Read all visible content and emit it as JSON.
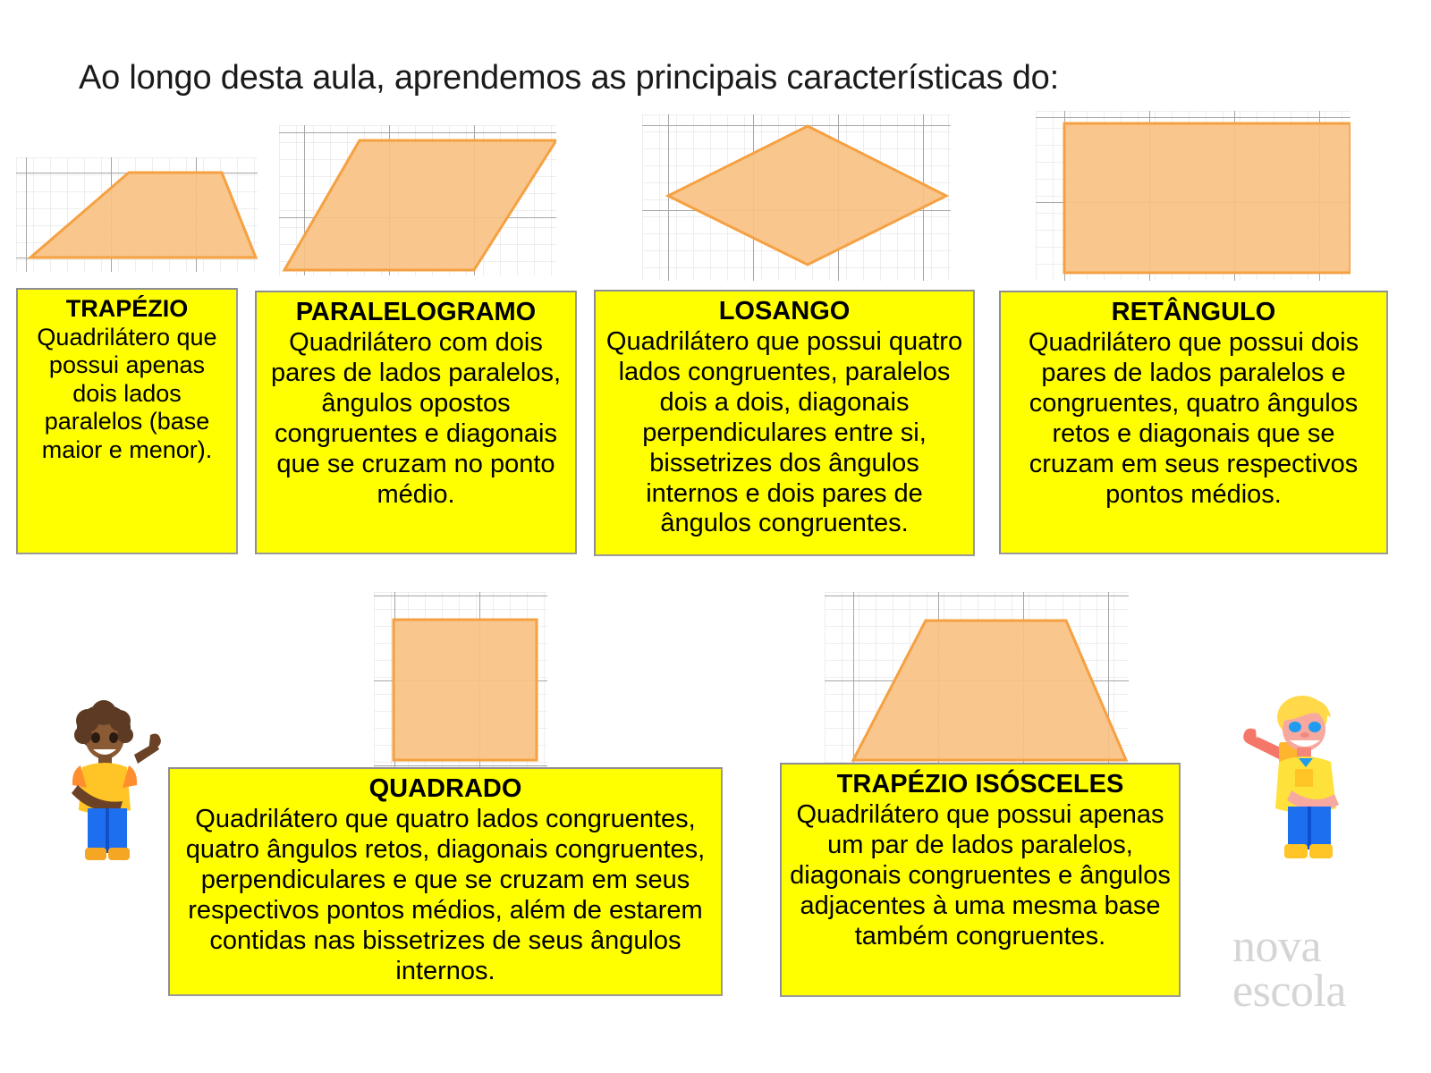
{
  "slide": {
    "title": "Ao longo desta aula, aprendemos as principais características do:",
    "logo_line1": "nova",
    "logo_line2": "escola"
  },
  "colors": {
    "card_bg": "#ffff00",
    "card_border": "#9a9a9a",
    "shape_fill": "#f9c183",
    "shape_stroke": "#f5a142",
    "grid_minor": "#e9e9e9",
    "grid_major": "#a6a6a6",
    "text": "#000000",
    "logo": "#d5d5d5"
  },
  "cards": [
    {
      "id": "trapezio",
      "title": "TRAPÉZIO",
      "body": "Quadrilátero que possui apenas dois lados paralelos (base maior e menor).",
      "shape": "trapezoid"
    },
    {
      "id": "paralelogramo",
      "title": "PARALELOGRAMO",
      "body": "Quadrilátero com dois pares de lados paralelos, ângulos opostos congruentes e diagonais que se cruzam no ponto médio.",
      "shape": "parallelogram"
    },
    {
      "id": "losango",
      "title": "LOSANGO",
      "body": "Quadrilátero que possui quatro lados congruentes, paralelos dois a dois, diagonais perpendiculares entre si, bissetrizes dos ângulos internos e dois pares de ângulos congruentes.",
      "shape": "rhombus"
    },
    {
      "id": "retangulo",
      "title": "RETÂNGULO",
      "body": "Quadrilátero que possui dois pares de lados paralelos e congruentes, quatro ângulos retos e diagonais que se cruzam em seus respectivos pontos médios.",
      "shape": "rectangle"
    },
    {
      "id": "quadrado",
      "title": "QUADRADO",
      "body": "Quadrilátero que quatro lados congruentes, quatro ângulos retos, diagonais congruentes, perpendiculares e que se cruzam em seus respectivos pontos médios, além de estarem contidas nas bissetrizes de seus ângulos internos.",
      "shape": "square"
    },
    {
      "id": "trapezio-isosceles",
      "title": "TRAPÉZIO ISÓSCELES",
      "body": "Quadrilátero que possui apenas um par de lados paralelos, diagonais congruentes e ângulos adjacentes à uma mesma base também congruentes.",
      "shape": "isosceles-trapezoid"
    }
  ],
  "characters": [
    {
      "id": "person-left",
      "name": "person-tipping-hand-dark-skin"
    },
    {
      "id": "person-right",
      "name": "person-tipping-hand-blond"
    }
  ]
}
